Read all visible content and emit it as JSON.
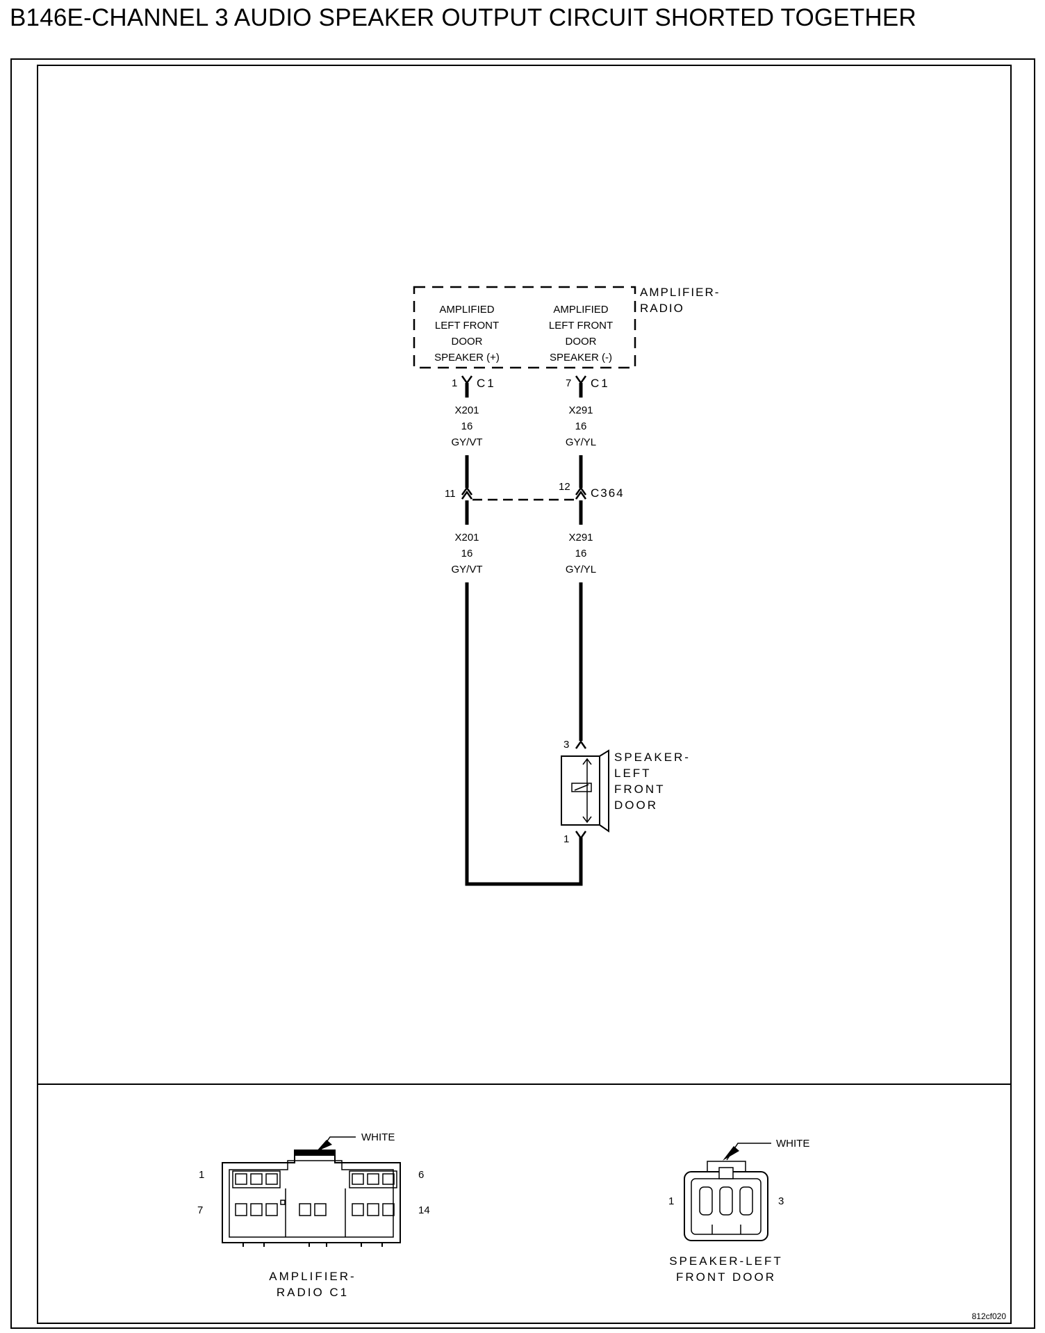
{
  "title": "B146E-CHANNEL 3 AUDIO SPEAKER OUTPUT CIRCUIT SHORTED TOGETHER",
  "components": {
    "amplifier_radio": {
      "name": [
        "AMPLIFIER-",
        "RADIO"
      ],
      "circuit_plus": [
        "AMPLIFIED",
        "LEFT FRONT",
        "DOOR",
        "SPEAKER (+)"
      ],
      "circuit_minus": [
        "AMPLIFIED",
        "LEFT FRONT",
        "DOOR",
        "SPEAKER (-)"
      ]
    },
    "speaker": {
      "name": [
        "SPEAKER-",
        "LEFT",
        "FRONT",
        "DOOR"
      ]
    }
  },
  "pins": {
    "c1_plus": "1",
    "c1_minus": "7",
    "c1_label": "C1",
    "c364_plus": "11",
    "c364_minus": "12",
    "c364_label": "C364",
    "speaker_top": "3",
    "speaker_bottom": "1"
  },
  "wires": {
    "plus": [
      "X201",
      "16",
      "GY/VT"
    ],
    "minus": [
      "X291",
      "16",
      "GY/YL"
    ]
  },
  "connector_views": {
    "amp_c1": {
      "color_label": "WHITE",
      "pin_top_left": "1",
      "pin_top_right": "6",
      "pin_bottom_left": "7",
      "pin_bottom_right": "14",
      "name": [
        "AMPLIFIER-",
        "RADIO C1"
      ]
    },
    "speaker_conn": {
      "color_label": "WHITE",
      "pin_left": "1",
      "pin_right": "3",
      "name": [
        "SPEAKER-LEFT",
        "FRONT DOOR"
      ]
    }
  },
  "figure_id": "812cf020"
}
